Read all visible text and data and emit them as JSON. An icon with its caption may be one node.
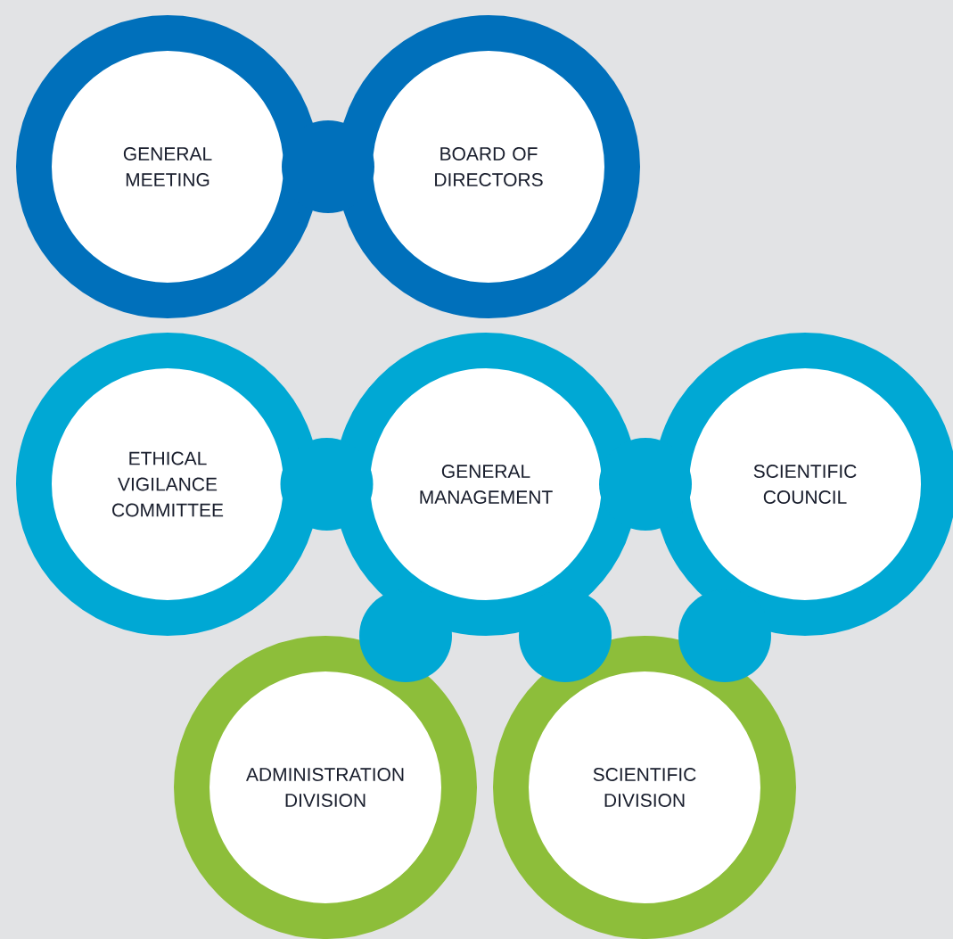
{
  "diagram": {
    "nodes": [
      {
        "text": [
          "GENERAL MEETING"
        ]
      },
      {
        "text": [
          "BOARD OF DIRECTORS"
        ]
      },
      {
        "text": [
          "ETHICAL VIGILANCE COMMITTEE"
        ]
      },
      {
        "text": [
          "GENERAL MANAGEMENT"
        ]
      },
      {
        "text": [
          "SCIENTIFIC COUNCIL"
        ]
      },
      {
        "text": [
          "ADMINISTRATION DIVISION"
        ]
      },
      {
        "text": [
          "SCIENTIFIC DIVISION"
        ]
      }
    ],
    "edges": [
      {
        "from": 0,
        "to": 1,
        "arrow": "none",
        "color": "#0070bb"
      },
      {
        "from": 2,
        "to": 3,
        "arrow": "none"
      },
      {
        "from": 3,
        "to": 4,
        "arrow": "none"
      },
      {
        "from": 3,
        "to": 5,
        "arrow": "none"
      },
      {
        "from": 3,
        "to": 6,
        "arrow": "none"
      },
      {
        "from": 4,
        "to": 6,
        "arrow": "none"
      }
    ]
  }
}
